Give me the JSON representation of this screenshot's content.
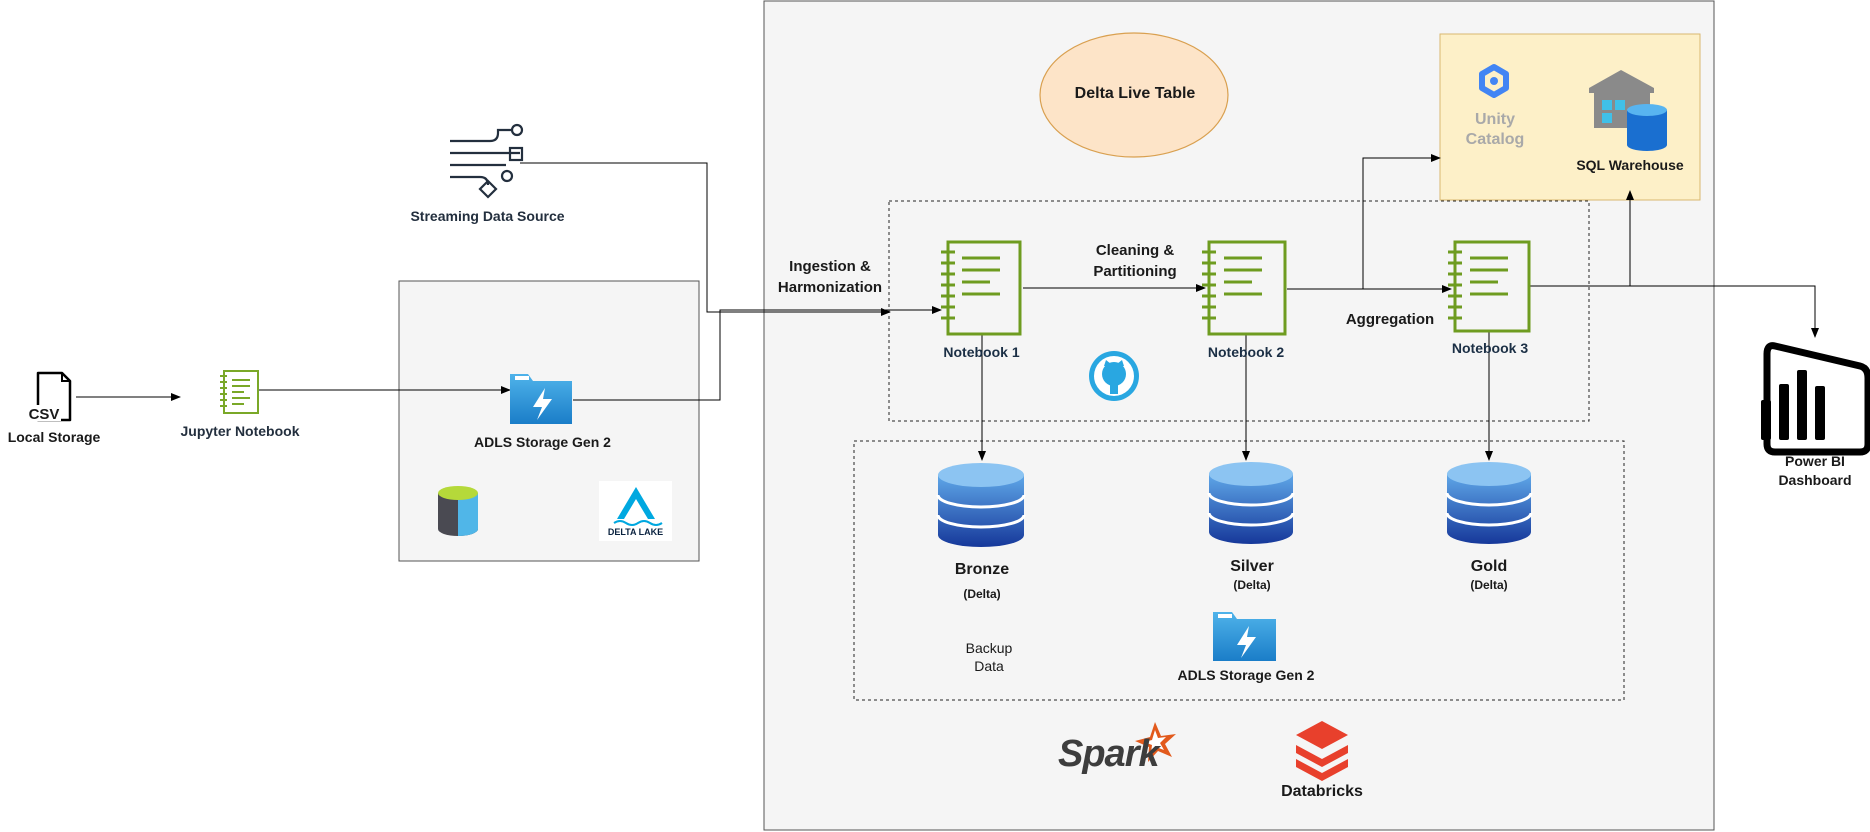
{
  "diagram": {
    "main_container_title": "Delta Live Table",
    "sources": {
      "csv_badge": "CSV",
      "local_storage": "Local Storage",
      "jupyter": "Jupyter Notebook",
      "streaming": "Streaming Data Source"
    },
    "storage_group": {
      "adls": "ADLS Storage Gen 2",
      "delta_lake_logo": "DELTA LAKE"
    },
    "flow_labels": {
      "ingestion": "Ingestion & Harmonization",
      "cleaning": "Cleaning & Partitioning",
      "aggregation": "Aggregation"
    },
    "notebooks": {
      "n1": "Notebook 1",
      "n2": "Notebook 2",
      "n3": "Notebook 3"
    },
    "layers": {
      "bronze": "Bronze",
      "silver": "Silver",
      "gold": "Gold",
      "delta_suffix": "(Delta)",
      "backup": "Backup Data",
      "adls_backup": "ADLS Storage Gen 2"
    },
    "catalog": {
      "unity": "Unity Catalog",
      "sql_warehouse": "SQL Warehouse"
    },
    "platform": {
      "spark": "Spark",
      "databricks": "Databricks"
    },
    "output": {
      "powerbi": "Power BI Dashboard"
    },
    "colors": {
      "notebook_green": "#6e9c20",
      "db_blue": "#1f4aa8",
      "catalog_fill": "#fdf0c8",
      "ellipse_fill": "#fde4c8",
      "container_fill": "#f5f5f5"
    }
  }
}
